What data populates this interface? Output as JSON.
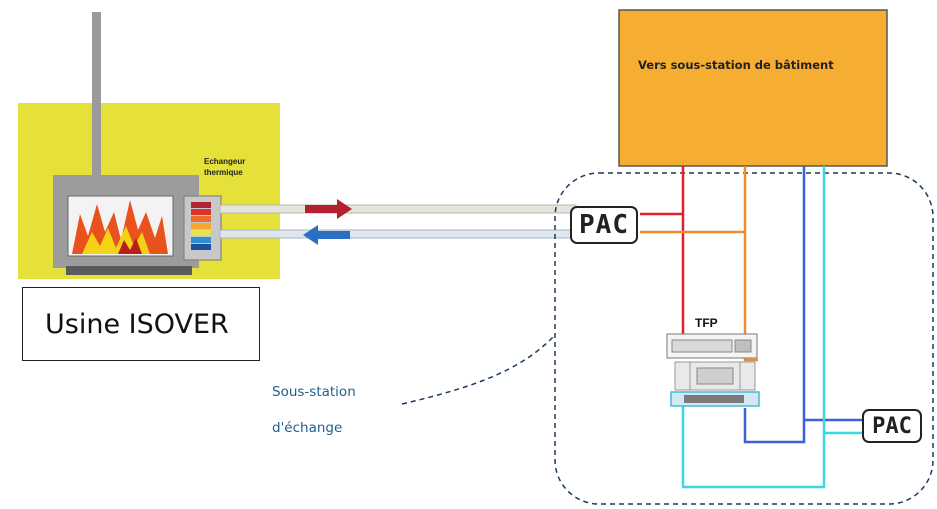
{
  "labels": {
    "usine": "Usine ISOVER",
    "echangeur": "Echangeur thermique",
    "vers_sous_station": "Vers sous-station de bâtiment",
    "sous_station": "Sous-station d'échange",
    "pac_main": "PAC",
    "pac_secondary": "PAC",
    "tfp": "TFP"
  },
  "colors": {
    "factory_background": "#e6e03a",
    "building_box": "#f5ad32",
    "flow_hot": "#e0202a",
    "flow_warm": "#f08a2a",
    "flow_blue": "#3d5fd8",
    "flow_cyan": "#3fd6e0",
    "arrow_out": "#b3202e",
    "arrow_in": "#2a6fc2",
    "boundary": "#1d3a5c"
  }
}
